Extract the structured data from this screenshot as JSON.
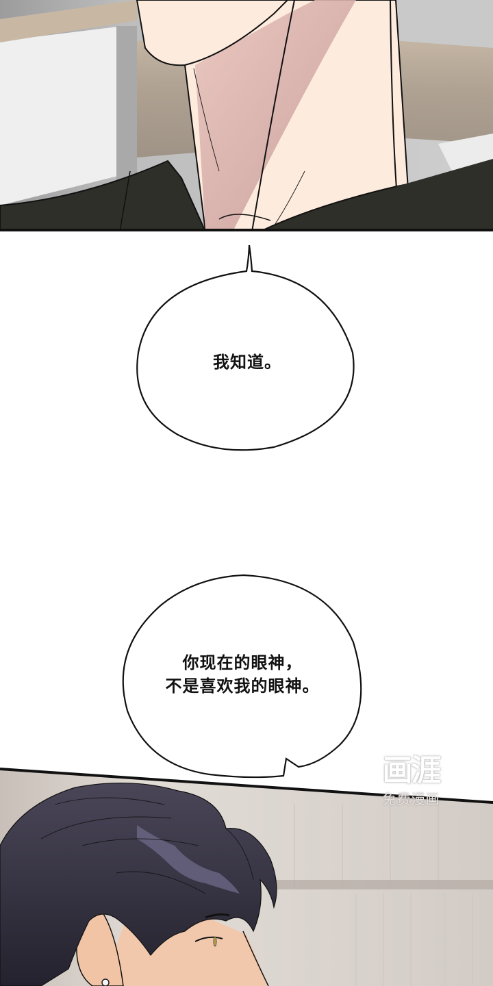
{
  "page": {
    "type": "webtoon-strip",
    "background": "#ffffff"
  },
  "panels": [
    {
      "id": "panel-top",
      "description": "close-up of a man's chin and neck wearing a dark shirt, indoor background",
      "colors": {
        "skin": "#fdebdd",
        "skin_shadow": "#d9a895",
        "shirt": "#2f2f29",
        "bg_light": "#e9e9e9",
        "bg_wood": "#b9ab9b",
        "border": "#111111"
      }
    },
    {
      "id": "panel-bottom",
      "description": "side profile of a dark-haired man with earring looking sideways",
      "colors": {
        "hair": "#2e2c3c",
        "hair_highlight": "#6a6582",
        "skin": "#f2c8ad",
        "bg": "#d9d2cd",
        "border": "#111111"
      }
    }
  ],
  "bubbles": [
    {
      "id": "bubble-1",
      "lines": [
        "我知道。"
      ]
    },
    {
      "id": "bubble-2",
      "lines": [
        "你现在的眼神，",
        "不是喜欢我的眼神。"
      ]
    }
  ],
  "watermark": {
    "logo": "画涯",
    "subtitle": "免费漫画"
  }
}
